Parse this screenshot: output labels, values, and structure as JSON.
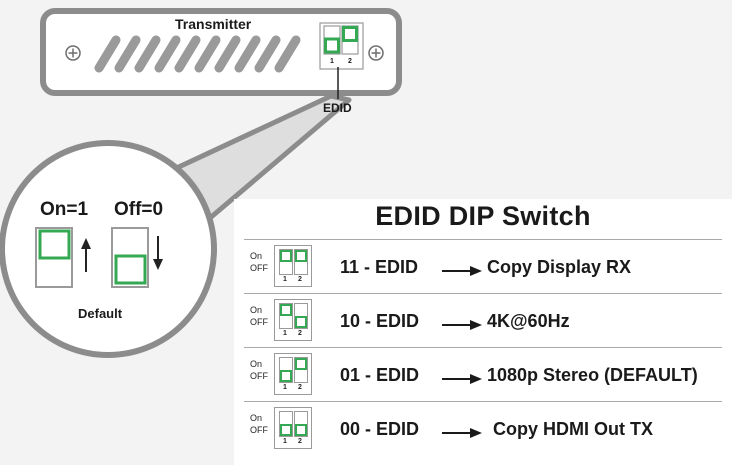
{
  "transmitter": {
    "title": "Transmitter",
    "switch_labels": [
      "1",
      "2"
    ],
    "edid_label": "EDID"
  },
  "magnifier": {
    "on_label": "On=1",
    "off_label": "Off=0",
    "default_label": "Default"
  },
  "table": {
    "title": "EDID DIP Switch",
    "on_text": "On",
    "off_text": "OFF",
    "rows": [
      {
        "code": "11  - EDID",
        "description": "Copy Display RX",
        "switch1": "on",
        "switch2": "on"
      },
      {
        "code": "10  - EDID",
        "description": "4K@60Hz",
        "switch1": "on",
        "switch2": "off"
      },
      {
        "code": "01  - EDID",
        "description": "1080p Stereo (DEFAULT)",
        "switch1": "off",
        "switch2": "on"
      },
      {
        "code": "00  - EDID",
        "description": "Copy HDMI Out TX",
        "switch1": "off",
        "switch2": "off"
      }
    ]
  },
  "colors": {
    "switch_green": "#34a853",
    "outline_gray": "#8c8c8c",
    "text_dark": "#1a1a1a"
  }
}
